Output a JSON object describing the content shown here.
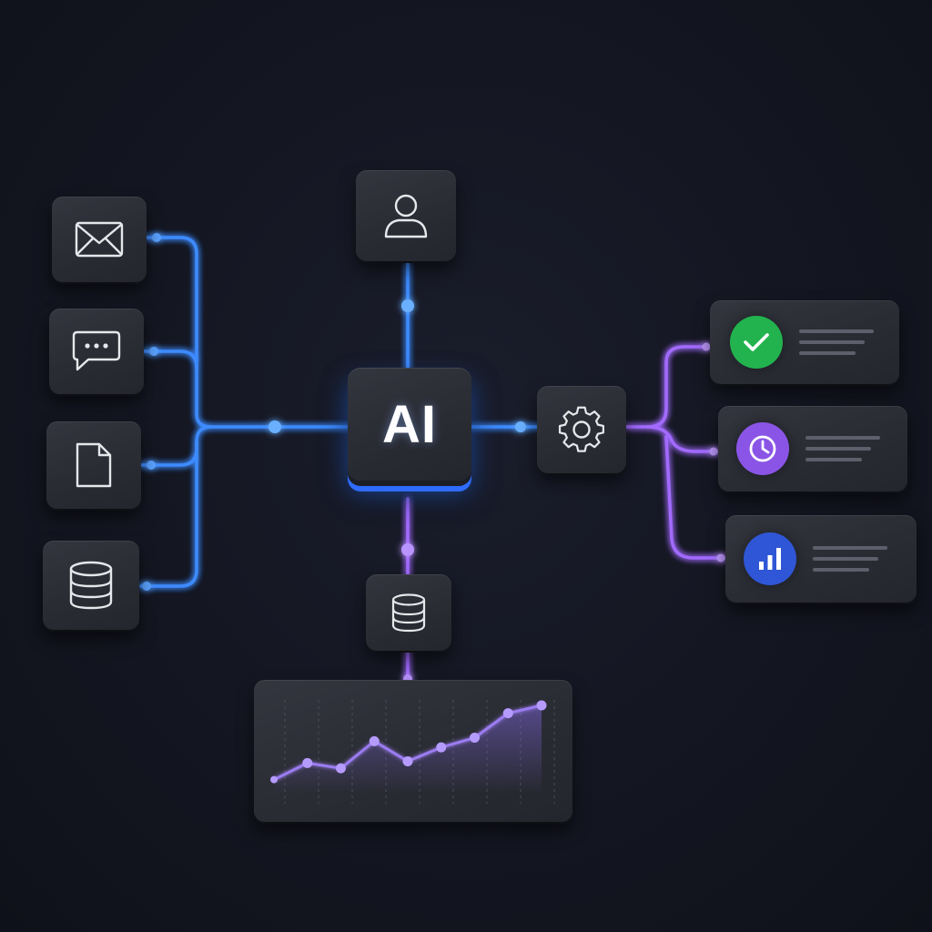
{
  "center_node": {
    "label": "AI"
  },
  "input_nodes": [
    {
      "name": "email",
      "icon": "envelope-icon"
    },
    {
      "name": "chat",
      "icon": "chat-bubble-icon"
    },
    {
      "name": "document",
      "icon": "document-icon"
    },
    {
      "name": "database",
      "icon": "database-icon"
    }
  ],
  "top_node": {
    "icon": "user-icon"
  },
  "processor_node": {
    "icon": "gear-icon"
  },
  "storage_node": {
    "icon": "database-icon"
  },
  "output_cards": [
    {
      "name": "success",
      "icon": "checkmark-icon",
      "color": "#22b34f"
    },
    {
      "name": "pending",
      "icon": "clock-icon",
      "color": "#8a55e6"
    },
    {
      "name": "analytics",
      "icon": "bar-chart-icon",
      "color": "#2f56d6"
    }
  ],
  "colors": {
    "input_wire": "#3d8bff",
    "output_wire": "#a26bff",
    "chart_line": "#9b7cf0"
  },
  "chart_data": {
    "type": "line",
    "title": "",
    "xlabel": "",
    "ylabel": "",
    "x": [
      1,
      2,
      3,
      4,
      5,
      6,
      7,
      8,
      9
    ],
    "ylim": [
      0,
      10
    ],
    "series": [
      {
        "values": [
          1.5,
          3.4,
          2.8,
          5.9,
          3.6,
          5.2,
          6.3,
          9.1,
          10.0
        ]
      }
    ],
    "grid": "vertical",
    "area_fill": true
  }
}
